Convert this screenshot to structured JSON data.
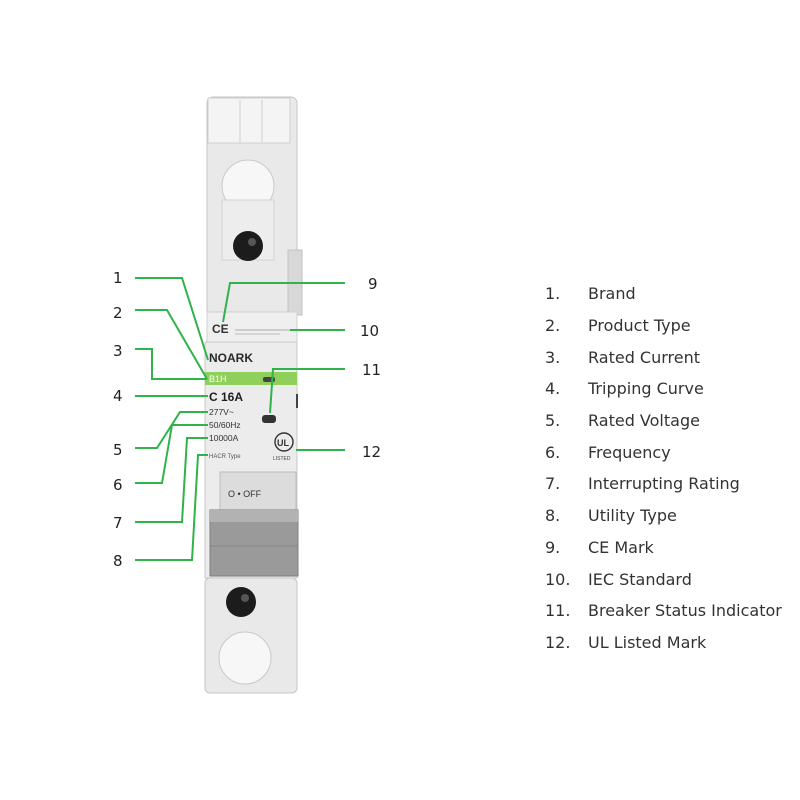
{
  "device": {
    "brand": "NOARK",
    "product_type": "B1H",
    "rating": "C 16A",
    "voltage": "277V~",
    "frequency": "50/60Hz",
    "interrupting": "10000A",
    "utility": "HACR Type",
    "ce_mark": "CE",
    "switch_state": "O • OFF",
    "ul_mark": "UL",
    "ul_listed": "LISTED"
  },
  "callouts": [
    "1",
    "2",
    "3",
    "4",
    "5",
    "6",
    "7",
    "8",
    "9",
    "10",
    "11",
    "12"
  ],
  "legend": [
    {
      "num": "1.",
      "label": "Brand"
    },
    {
      "num": "2.",
      "label": "Product Type"
    },
    {
      "num": "3.",
      "label": "Rated Current"
    },
    {
      "num": "4.",
      "label": "Tripping Curve"
    },
    {
      "num": "5.",
      "label": "Rated Voltage"
    },
    {
      "num": "6.",
      "label": "Frequency"
    },
    {
      "num": "7.",
      "label": "Interrupting Rating"
    },
    {
      "num": "8.",
      "label": "Utility Type"
    },
    {
      "num": "9.",
      "label": "CE Mark"
    },
    {
      "num": "10.",
      "label": "IEC Standard"
    },
    {
      "num": "11.",
      "label": "Breaker Status Indicator"
    },
    {
      "num": "12.",
      "label": "UL Listed Mark"
    }
  ],
  "colors": {
    "leader": "#2fb34a",
    "label_band": "#8fd05a",
    "body": "#ececec",
    "handle": "#9a9a9a"
  }
}
